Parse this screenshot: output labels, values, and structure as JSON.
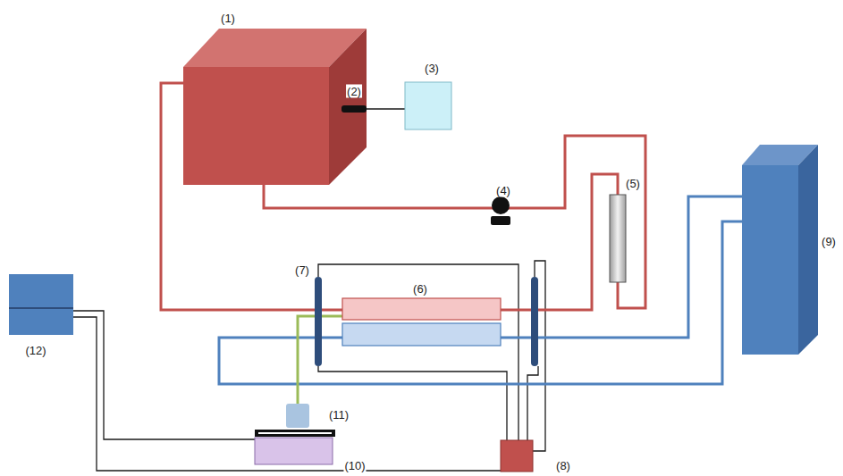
{
  "diagram": {
    "labels": [
      "(1)",
      "(2)",
      "(3)",
      "(4)",
      "(5)",
      "(6)",
      "(7)",
      "(8)",
      "(9)",
      "(10)",
      "(11)",
      "(12)"
    ]
  }
}
